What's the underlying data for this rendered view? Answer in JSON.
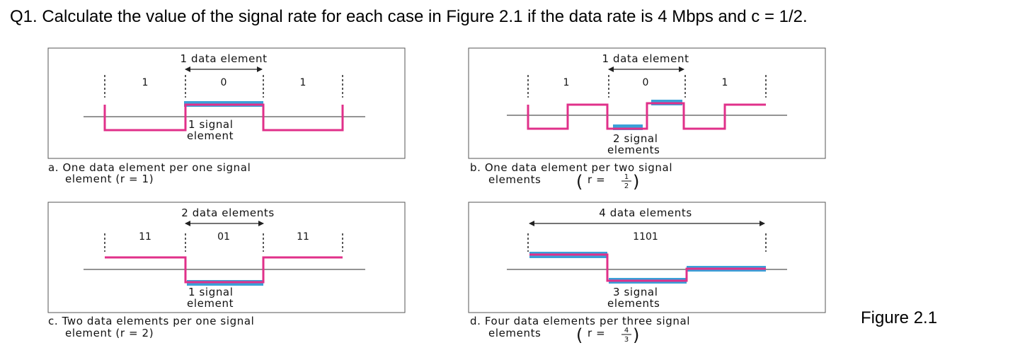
{
  "question": "Q1.  Calculate the value of the signal rate for each case in Figure 2.1 if the data rate is 4 Mbps and c = 1/2.",
  "figure_label": "Figure 2.1",
  "colors": {
    "signal": "#e0308a",
    "highlight": "#3aa0d8",
    "baseline": "#555555"
  },
  "panels": {
    "a": {
      "header": "1 data element",
      "bits": [
        "1",
        "0",
        "1"
      ],
      "signal_label_1": "1 signal",
      "signal_label_2": "element",
      "caption_1": "a. One data element per one signal",
      "caption_2": "element (r = 1)"
    },
    "b": {
      "header": "1 data element",
      "bits": [
        "1",
        "0",
        "1"
      ],
      "signal_label_1": "2 signal",
      "signal_label_2": "elements",
      "caption_1": "b. One data element per two signal",
      "caption_2": "elements",
      "r_prefix": "r =",
      "r_num": "1",
      "r_den": "2"
    },
    "c": {
      "header": "2 data elements",
      "bits": [
        "11",
        "01",
        "11"
      ],
      "signal_label_1": "1 signal",
      "signal_label_2": "element",
      "caption_1": "c. Two data elements per one signal",
      "caption_2": "element (r = 2)"
    },
    "d": {
      "header": "4 data elements",
      "bits": [
        "1101"
      ],
      "signal_label_1": "3 signal",
      "signal_label_2": "elements",
      "caption_1": "d. Four data elements per three signal",
      "caption_2": "elements",
      "r_prefix": "r =",
      "r_num": "4",
      "r_den": "3"
    }
  }
}
